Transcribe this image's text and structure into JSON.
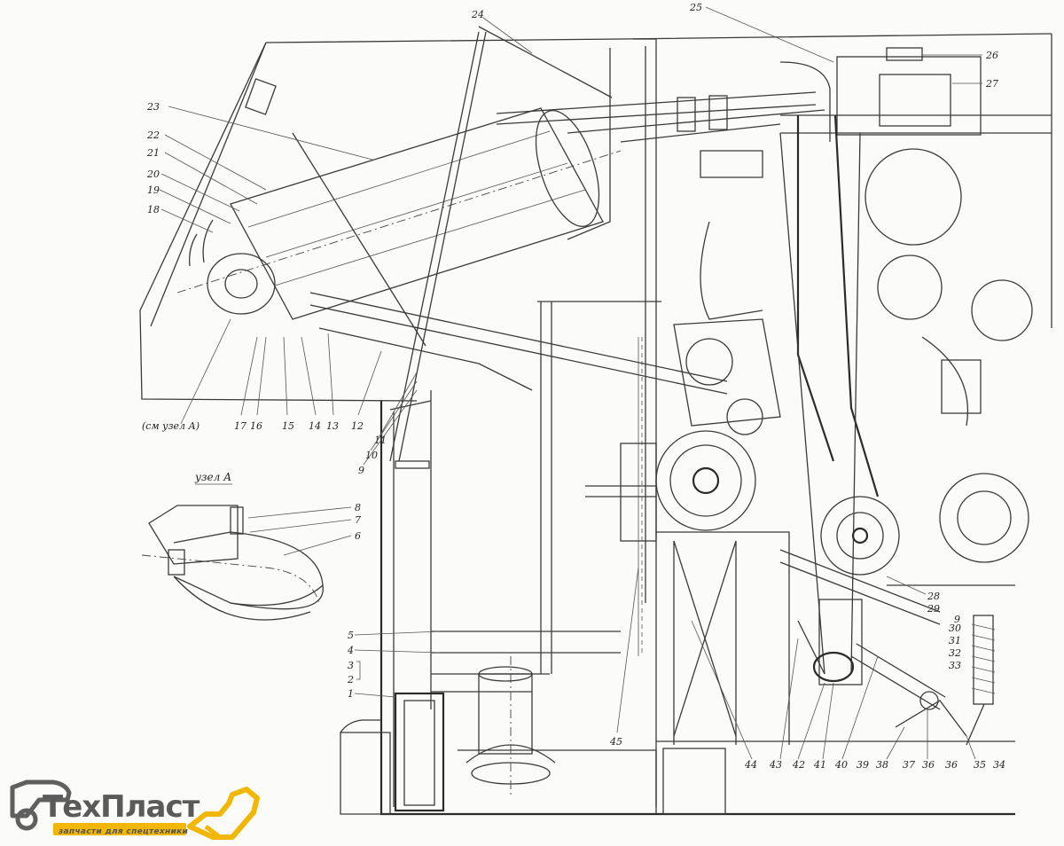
{
  "drawing": {
    "title_node": "узел А",
    "ref_note": "(см узел А)",
    "labels_left": [
      "23",
      "22",
      "21",
      "20",
      "19",
      "18"
    ],
    "labels_bottom_left": [
      "17",
      "16",
      "15",
      "14",
      "13",
      "12"
    ],
    "labels_mid": [
      "11",
      "10",
      "9"
    ],
    "labels_node": [
      "8",
      "7",
      "6"
    ],
    "labels_tank": [
      "5",
      "4",
      "3",
      "2",
      "1"
    ],
    "label_top_24": "24",
    "label_top_25": "25",
    "labels_top_right": [
      "26",
      "27"
    ],
    "labels_right": [
      "28",
      "29",
      "9",
      "30",
      "31",
      "32",
      "33"
    ],
    "labels_bottom": [
      "45",
      "44",
      "43",
      "42",
      "41",
      "40",
      "39",
      "38",
      "37",
      "36",
      "36",
      "35",
      "34"
    ]
  },
  "logo": {
    "name": "ТехПласт",
    "tagline": "запчасти для спецтехники",
    "accent_color": "#f2b705",
    "gray_color": "#5f5f5f"
  }
}
